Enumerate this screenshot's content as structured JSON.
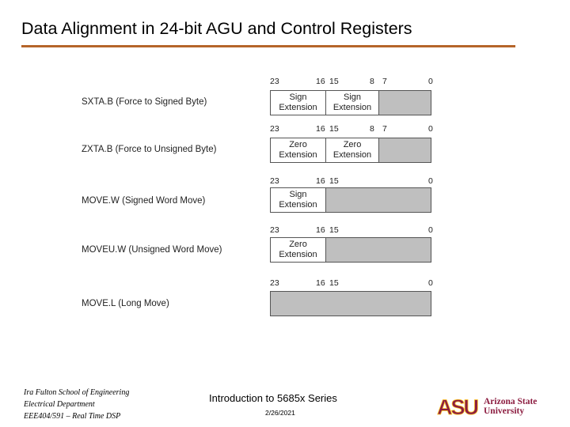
{
  "title": "Data Alignment in 24-bit AGU and Control Registers",
  "rows": [
    {
      "instruction": "SXTA.B (Force to Signed Byte)",
      "bits": [
        "23",
        "16",
        "15",
        "8",
        "7",
        "0"
      ],
      "segments": [
        [
          "Sign",
          "Extension"
        ],
        [
          "Sign",
          "Extension"
        ]
      ]
    },
    {
      "instruction": "ZXTA.B (Force to Unsigned Byte)",
      "bits": [
        "23",
        "16",
        "15",
        "8",
        "7",
        "0"
      ],
      "segments": [
        [
          "Zero",
          "Extension"
        ],
        [
          "Zero",
          "Extension"
        ]
      ]
    },
    {
      "instruction": "MOVE.W (Signed Word Move)",
      "bits": [
        "23",
        "16",
        "15",
        "0"
      ],
      "segments": [
        [
          "Sign",
          "Extension"
        ]
      ]
    },
    {
      "instruction": "MOVEU.W (Unsigned Word Move)",
      "bits": [
        "23",
        "16",
        "15",
        "0"
      ],
      "segments": [
        [
          "Zero",
          "Extension"
        ]
      ]
    },
    {
      "instruction": "MOVE.L (Long Move)",
      "bits": [
        "23",
        "16",
        "15",
        "0"
      ],
      "segments": []
    }
  ],
  "footer": {
    "school_lines": [
      "Ira Fulton School of Engineering",
      "Electrical Department",
      "EEE404/591 – Real Time DSP"
    ],
    "course": "Introduction to 5685x Series",
    "date": "2/26/2021",
    "logo": {
      "mark": "ASU",
      "line1": "Arizona State",
      "line2": "University"
    }
  },
  "colors": {
    "accent": "#b5652a",
    "logo_maroon": "#8c1d40",
    "logo_gold": "#ffc627",
    "register_fill": "#bfbfbf"
  }
}
